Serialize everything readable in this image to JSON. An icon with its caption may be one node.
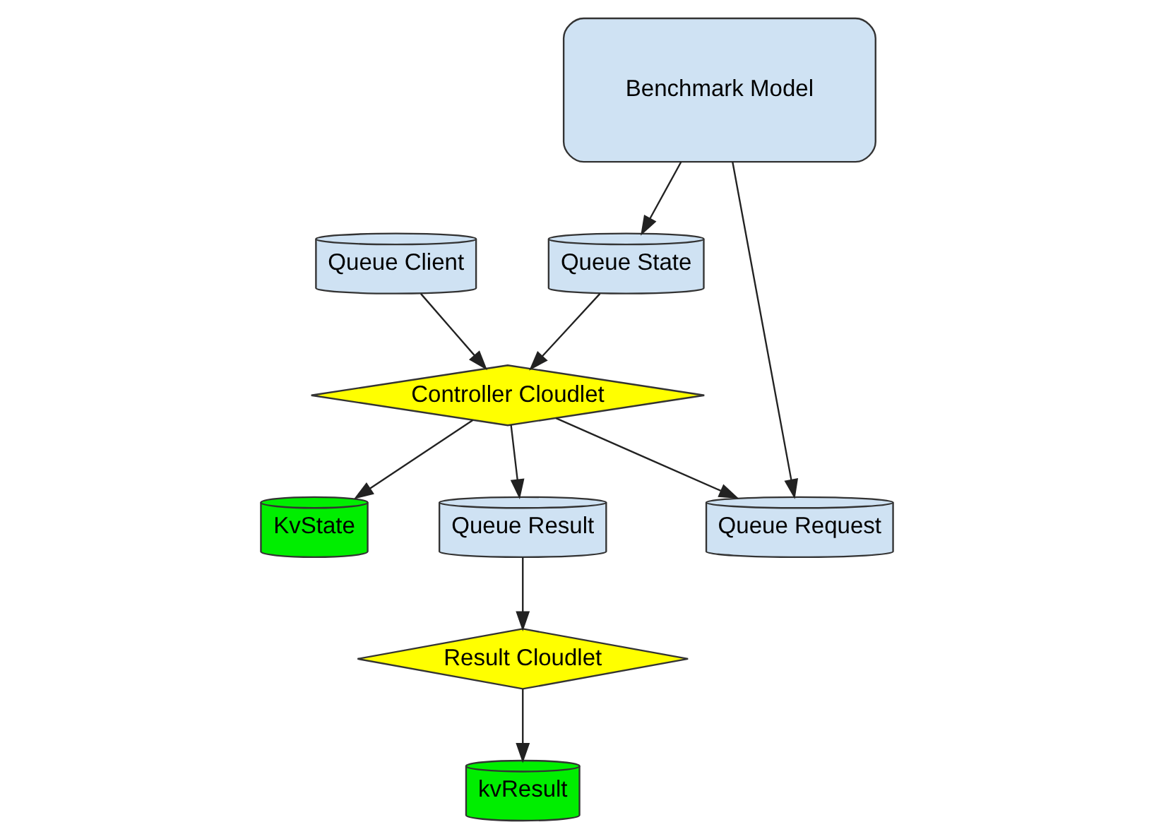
{
  "diagram": {
    "nodes": [
      {
        "text": [
          "Queue Client"
        ]
      },
      {
        "text": [
          "KvState"
        ]
      },
      {
        "text": [
          "Result Cloudlet"
        ]
      },
      {
        "text": [
          "Queue Result"
        ]
      },
      {
        "text": [
          "Controller Cloudlet"
        ]
      },
      {
        "text": [
          "kvResult"
        ]
      },
      {
        "text": [
          "Queue State"
        ]
      },
      {
        "text": [
          "Queue Request"
        ]
      },
      {
        "text": [
          "Benchmark Model"
        ]
      }
    ],
    "edges": [
      {
        "from": 0,
        "to": 4,
        "arrow": "to"
      },
      {
        "from": 4,
        "to": 1,
        "arrow": "to"
      },
      {
        "from": 4,
        "to": 3,
        "arrow": "to"
      },
      {
        "from": 3,
        "to": 2,
        "arrow": "to"
      },
      {
        "from": 2,
        "to": 5,
        "arrow": "to"
      },
      {
        "from": 6,
        "to": 4,
        "arrow": "to"
      },
      {
        "from": 4,
        "to": 7,
        "arrow": "to"
      },
      {
        "from": 8,
        "to": 6,
        "arrow": "to"
      },
      {
        "from": 8,
        "to": 7,
        "arrow": "to"
      }
    ]
  }
}
